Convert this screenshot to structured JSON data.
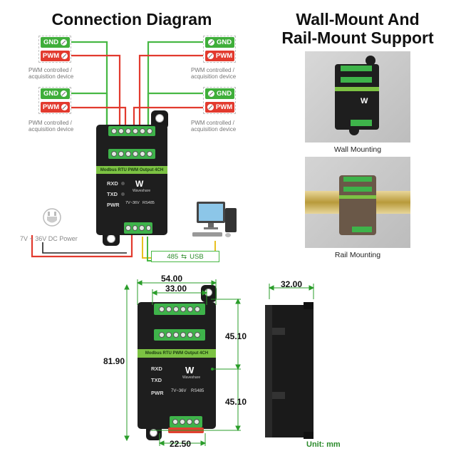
{
  "titles": {
    "connection": "Connection Diagram",
    "mount_line1": "Wall-Mount And",
    "mount_line2": "Rail-Mount Support"
  },
  "tags": {
    "gnd": "GND",
    "pwm": "PWM"
  },
  "device_caption": {
    "line1": "PWM controlled /",
    "line2": "acquisition device"
  },
  "module": {
    "name": "Modbus RTU PWM Output 4CH",
    "brand": "Waveshare",
    "rxd": "RXD",
    "txd": "TXD",
    "pwr": "PWR",
    "voltage_label": "7V~36V",
    "rs485_label": "RS485"
  },
  "power_caption": "7V ~ 36V DC Power",
  "usb_link": {
    "left": "485",
    "arrow": "⇆",
    "right": "USB"
  },
  "photos": {
    "wall": "Wall Mounting",
    "rail": "Rail Mounting"
  },
  "dimensions": {
    "width_outer": "54.00",
    "width_inner": "33.00",
    "height_total": "81.90",
    "half_upper": "45.10",
    "half_lower": "45.10",
    "bottom_width": "22.50",
    "depth": "32.00",
    "unit": "Unit: mm"
  },
  "colors": {
    "gnd": "#3fae3a",
    "pwm": "#e23a2e",
    "wire_green": "#47b844",
    "wire_red": "#e23a2e",
    "module_body": "#1e1e1e",
    "dim_line": "#2a9d2a"
  }
}
